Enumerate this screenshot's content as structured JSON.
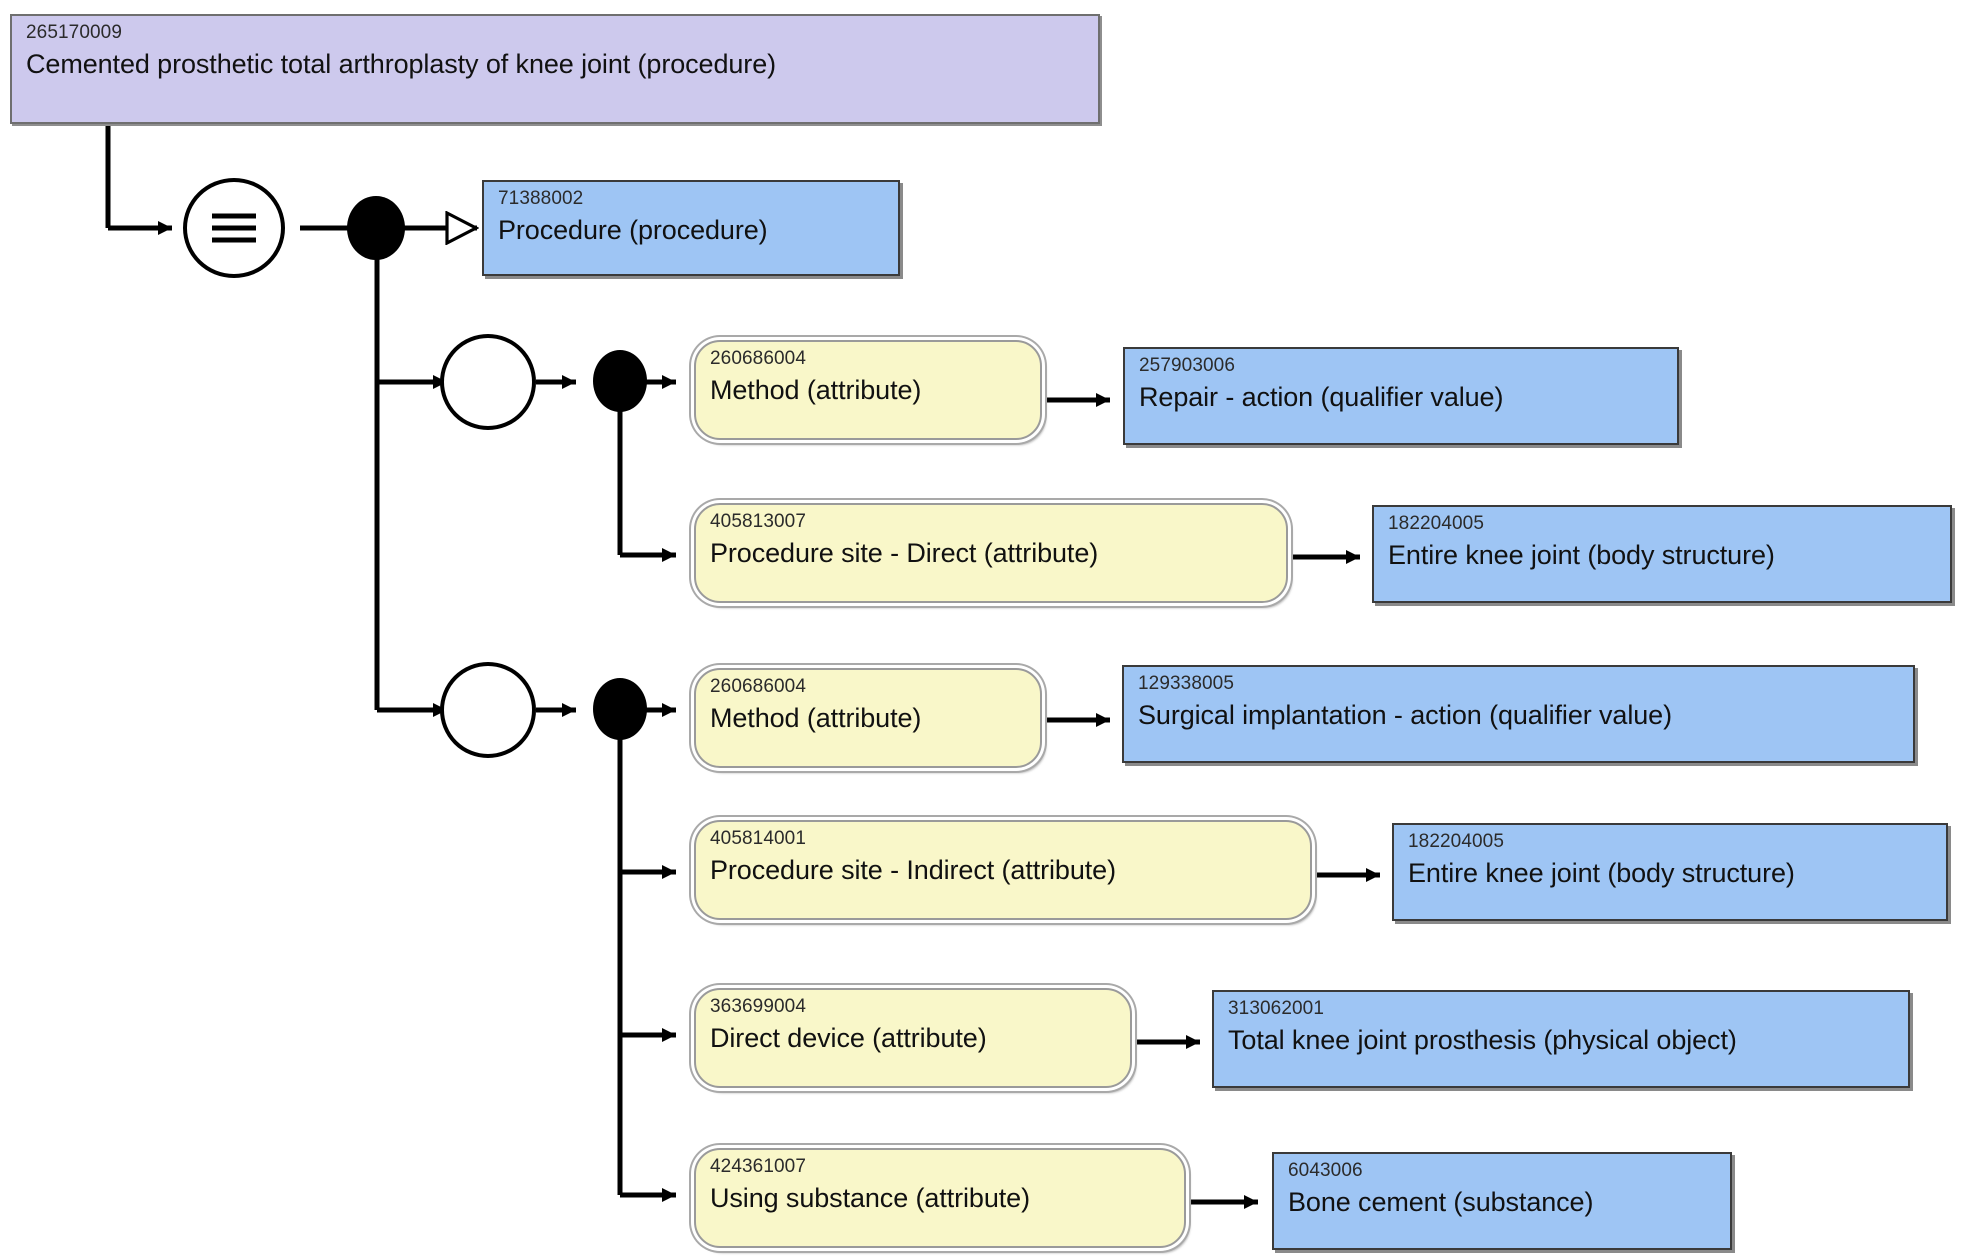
{
  "diagram": {
    "type": "snomed-ct-concept-model",
    "title": "Cemented prosthetic total arthroplasty of knee joint (procedure)",
    "legend": {
      "equivalence_symbol": "equivalent-to",
      "conjunction_symbol": "and",
      "isa_symbol": "is-a"
    },
    "colors": {
      "focus_concept": "#cdc9ed",
      "concept": "#9ec5f4",
      "attribute": "#f9f7c9",
      "line": "#000000"
    }
  },
  "focus_concept": {
    "sctid": "265170009",
    "term": "Cemented prosthetic total arthroplasty of knee joint (procedure)"
  },
  "parent": {
    "sctid": "71388002",
    "term": "Procedure (procedure)",
    "relationship": "is-a"
  },
  "groups": [
    {
      "group_number": 1,
      "relationships": [
        {
          "attribute": {
            "sctid": "260686004",
            "term": "Method (attribute)"
          },
          "value": {
            "sctid": "257903006",
            "term": "Repair - action (qualifier value)"
          }
        },
        {
          "attribute": {
            "sctid": "405813007",
            "term": "Procedure site - Direct (attribute)"
          },
          "value": {
            "sctid": "182204005",
            "term": "Entire knee joint (body structure)"
          }
        }
      ]
    },
    {
      "group_number": 2,
      "relationships": [
        {
          "attribute": {
            "sctid": "260686004",
            "term": "Method (attribute)"
          },
          "value": {
            "sctid": "129338005",
            "term": "Surgical implantation - action (qualifier value)"
          }
        },
        {
          "attribute": {
            "sctid": "405814001",
            "term": "Procedure site - Indirect (attribute)"
          },
          "value": {
            "sctid": "182204005",
            "term": "Entire knee joint (body structure)"
          }
        },
        {
          "attribute": {
            "sctid": "363699004",
            "term": "Direct device (attribute)"
          },
          "value": {
            "sctid": "313062001",
            "term": "Total knee joint prosthesis (physical object)"
          }
        },
        {
          "attribute": {
            "sctid": "424361007",
            "term": "Using substance (attribute)"
          },
          "value": {
            "sctid": "6043006",
            "term": "Bone cement (substance)"
          }
        }
      ]
    }
  ]
}
